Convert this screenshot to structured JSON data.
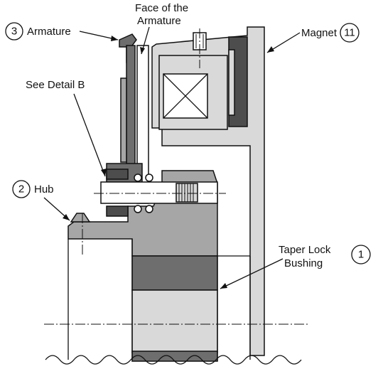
{
  "labels": {
    "armature": {
      "number": "3",
      "text": "Armature"
    },
    "face_line1": "Face of the",
    "face_line2": "Armature",
    "magnet": {
      "number": "11",
      "text": "Magnet"
    },
    "detail": "See Detail B",
    "hub": {
      "number": "2",
      "text": "Hub"
    },
    "taper_line1": "Taper Lock",
    "taper_line2": "Bushing",
    "bushing_number": "1"
  },
  "colors": {
    "light_gray": "#d9d9d9",
    "mid_gray": "#a6a6a6",
    "dark_gray": "#6e6e6e",
    "darker_gray": "#4d4d4d",
    "outline": "#111111",
    "background": "#ffffff"
  }
}
